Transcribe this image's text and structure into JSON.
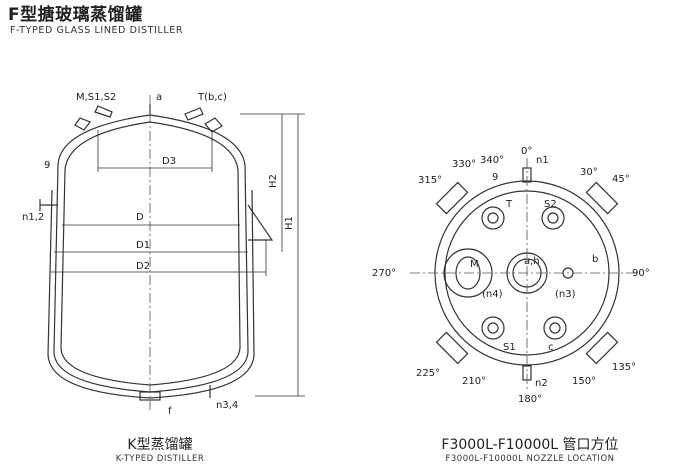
{
  "header": {
    "title_cn": "F型搪玻璃蒸馏罐",
    "title_en": "F-TYPED GLASS LINED DISTILLER"
  },
  "left_diagram": {
    "caption_cn": "K型蒸馏罐",
    "caption_en": "K-TYPED DISTILLER",
    "labels": {
      "top_left_nozzles": "M,S1,S2",
      "top_center": "a",
      "top_right_nozzle": "T(b,c)",
      "side_9": "9",
      "side_n12": "n1,2",
      "bottom_f": "f",
      "bottom_n34": "n3,4"
    },
    "dimensions": {
      "d3": "D3",
      "d": "D",
      "d1": "D1",
      "d2": "D2",
      "h2": "H2",
      "h1": "H1"
    }
  },
  "right_diagram": {
    "caption_cn": "F3000L-F10000L 管口方位",
    "caption_en": "F3000L-F10000L NOZZLE LOCATION",
    "angles": {
      "a0": "0°",
      "a30": "30°",
      "a45": "45°",
      "a90": "90°",
      "a135": "135°",
      "a150": "150°",
      "a180": "180°",
      "a210": "210°",
      "a225": "225°",
      "a270": "270°",
      "a315": "315°",
      "a330": "330°",
      "a340": "340°"
    },
    "nozzles": {
      "n1": "n1",
      "n2": "n2",
      "nozzle_9": "9",
      "t": "T",
      "s2": "S2",
      "m": "M",
      "ah": "a,h",
      "b": "b",
      "n4": "(n4)",
      "n3": "(n3)",
      "s1": "S1",
      "c": "c"
    }
  }
}
